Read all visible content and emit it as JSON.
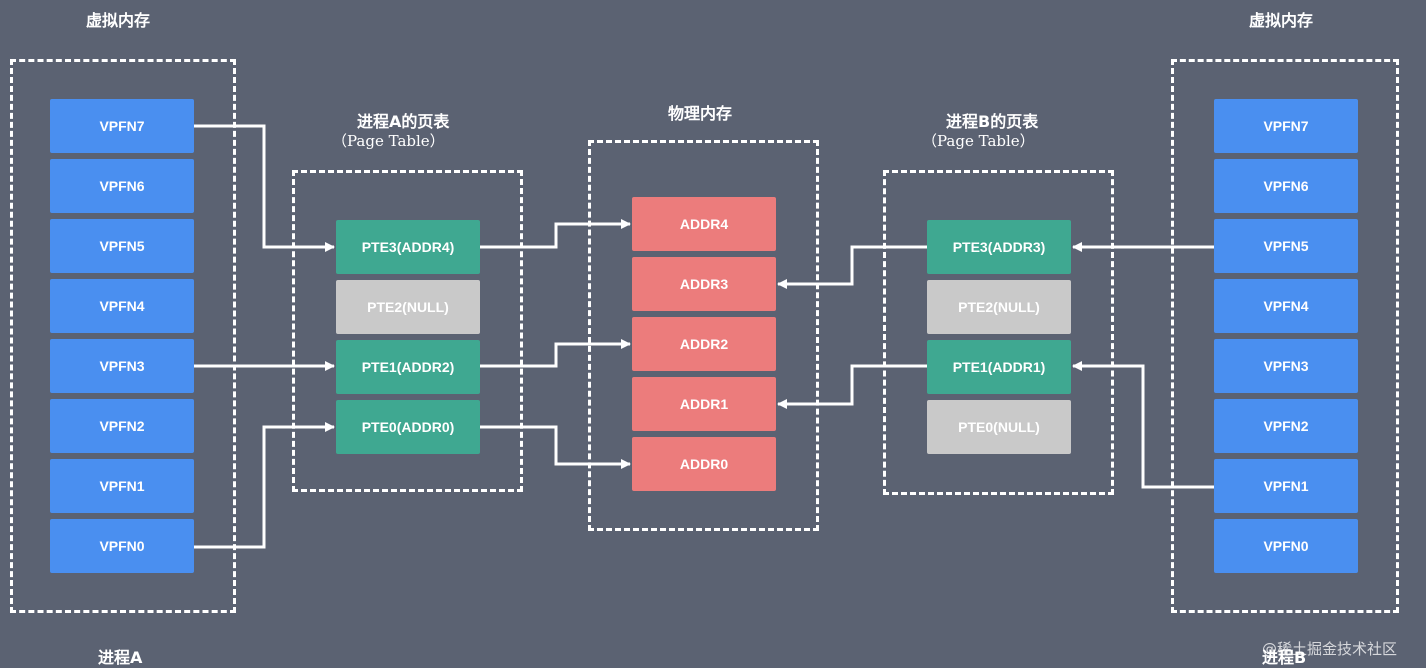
{
  "left": {
    "title": "虚拟内存",
    "process_label": "进程A",
    "vpfn": [
      "VPFN7",
      "VPFN6",
      "VPFN5",
      "VPFN4",
      "VPFN3",
      "VPFN2",
      "VPFN1",
      "VPFN0"
    ]
  },
  "right": {
    "title": "虚拟内存",
    "process_label": "进程B",
    "vpfn": [
      "VPFN7",
      "VPFN6",
      "VPFN5",
      "VPFN4",
      "VPFN3",
      "VPFN2",
      "VPFN1",
      "VPFN0"
    ]
  },
  "pt_a": {
    "title": "进程A的页表",
    "subtitle": "（Page Table）",
    "entries": [
      "PTE3(ADDR4)",
      "PTE2(NULL)",
      "PTE1(ADDR2)",
      "PTE0(ADDR0)"
    ]
  },
  "pt_b": {
    "title": "进程B的页表",
    "subtitle": "（Page Table）",
    "entries": [
      "PTE3(ADDR3)",
      "PTE2(NULL)",
      "PTE1(ADDR1)",
      "PTE0(NULL)"
    ]
  },
  "physical": {
    "title": "物理内存",
    "addrs": [
      "ADDR4",
      "ADDR3",
      "ADDR2",
      "ADDR1",
      "ADDR0"
    ]
  },
  "watermark": "@稀土掘金技术社区",
  "colors": {
    "background": "#5b6272",
    "vpfn": "#4a8ff0",
    "pte_used": "#3fa891",
    "pte_null": "#c9c9c9",
    "addr": "#ec7c7c",
    "arrow": "#ffffff"
  }
}
